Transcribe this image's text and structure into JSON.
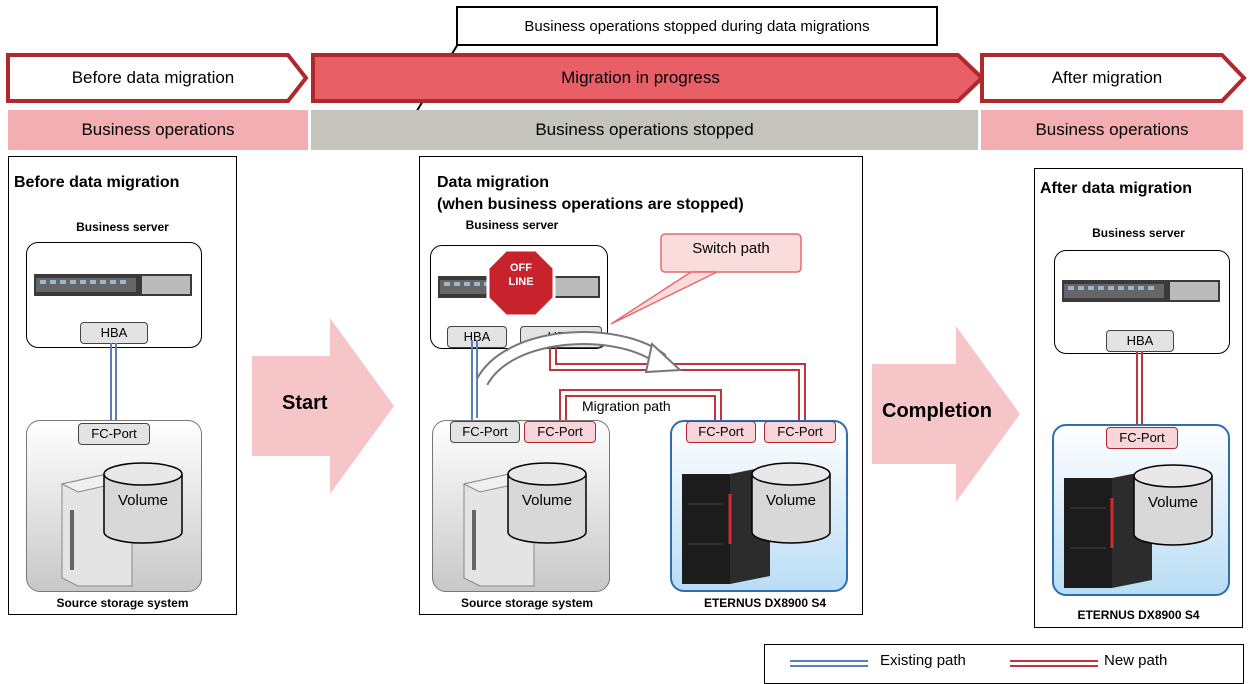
{
  "callout": "Business operations stopped during data migrations",
  "phases": {
    "before": "Before data migration",
    "during": "Migration in progress",
    "after": "After migration"
  },
  "bands": {
    "before": "Business operations",
    "during": "Business operations stopped",
    "after": "Business operations"
  },
  "panels": {
    "left": {
      "title": "Before data migration",
      "server": "Business server",
      "hba": "HBA",
      "fc_port": "FC-Port",
      "volume": "Volume",
      "storage": "Source storage system"
    },
    "middle": {
      "title_line1": "Data migration",
      "title_line2": "(when  business operations are stopped)",
      "server": "Business server",
      "offline_1": "OFF",
      "offline_2": "LINE",
      "hba1": "HBA",
      "hba2": "HBA",
      "switch_path": "Switch path",
      "migration_path": "Migration path",
      "src_fc1": "FC-Port",
      "src_fc2": "FC-Port",
      "dst_fc1": "FC-Port",
      "dst_fc2": "FC-Port",
      "src_volume": "Volume",
      "dst_volume": "Volume",
      "src_storage": "Source storage system",
      "dst_storage": "ETERNUS DX8900 S4"
    },
    "right": {
      "title": "After data migration",
      "server": "Business server",
      "hba": "HBA",
      "fc_port": "FC-Port",
      "volume": "Volume",
      "storage": "ETERNUS DX8900 S4"
    }
  },
  "arrows": {
    "start": "Start",
    "completion": "Completion"
  },
  "legend": {
    "existing": "Existing path",
    "new": "New path"
  },
  "colors": {
    "red_arrow": "#e86065",
    "red_border": "#b1272e",
    "pink_band": "#f2aeb0",
    "gray_band": "#c4c4bc",
    "existing_path": "#5b7fb9",
    "new_path": "#c0343b"
  }
}
